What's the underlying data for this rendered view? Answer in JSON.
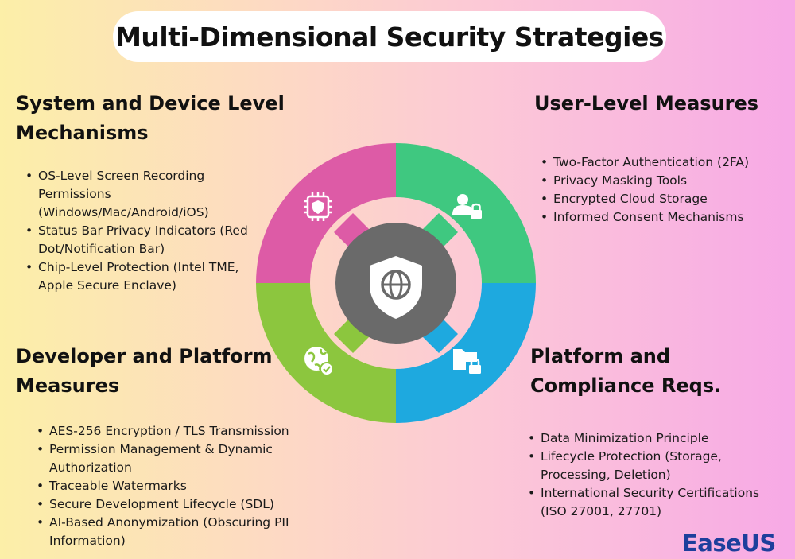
{
  "title": "Multi-Dimensional Security Strategies",
  "quadrants": {
    "system": {
      "heading": "System and Device Level Mechanisms",
      "color": "#dd5ba6",
      "icon": "chip-shield-icon",
      "items": [
        "OS-Level Screen Recording Permissions (Windows/Mac/Android/iOS)",
        "Status Bar Privacy Indicators (Red Dot/Notification Bar)",
        "Chip-Level Protection (Intel TME, Apple Secure Enclave)"
      ]
    },
    "user": {
      "heading": "User-Level Measures",
      "color": "#3fc880",
      "icon": "user-lock-icon",
      "items": [
        "Two-Factor Authentication (2FA)",
        "Privacy Masking Tools",
        "Encrypted Cloud Storage",
        "Informed Consent Mechanisms"
      ]
    },
    "developer": {
      "heading": "Developer and Platform Measures",
      "color": "#8cc63e",
      "icon": "globe-check-icon",
      "items": [
        "AES-256 Encryption / TLS Transmission",
        "Permission Management & Dynamic Authorization",
        "Traceable Watermarks",
        "Secure Development Lifecycle (SDL)",
        "AI-Based Anonymization (Obscuring PII Information)"
      ]
    },
    "platform": {
      "heading": "Platform and Compliance Reqs.",
      "color": "#1ea9df",
      "icon": "folder-lock-icon",
      "items": [
        "Data Minimization Principle",
        "Lifecycle Protection (Storage, Processing, Deletion)",
        "International Security Certifications (ISO 27001, 27701)"
      ]
    }
  },
  "center": {
    "color": "#6a6a6a",
    "icon": "shield-globe-icon"
  },
  "logo": "EaseUS"
}
